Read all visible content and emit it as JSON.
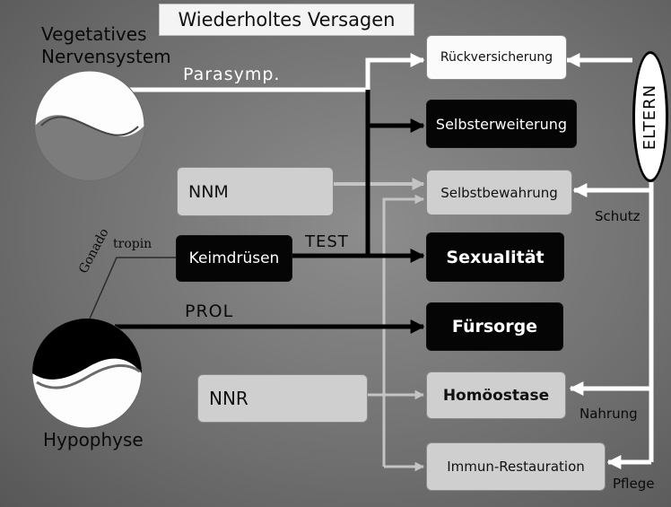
{
  "title": "Wiederholtes Versagen",
  "labels": {
    "vegetatives_line1": "Vegetatives",
    "vegetatives_line2": "Nervensystem",
    "parasymp": "Parasymp.",
    "hypophyse": "Hypophyse",
    "gonado": "Gonado",
    "tropin": "tropin",
    "test": "TEST",
    "prol": "PROL",
    "schutz": "Schutz",
    "nahrung": "Nahrung",
    "pflege": "Pflege"
  },
  "sources": {
    "nnm": "NNM",
    "keimdruesen": "Keimdrüsen",
    "nnr": "NNR"
  },
  "targets": {
    "rueckversicherung": "Rückversicherung",
    "selbsterweiterung": "Selbsterweiterung",
    "selbstbewahrung": "Selbstbewahrung",
    "sexualitaet": "Sexualität",
    "fuersorge": "Fürsorge",
    "homoeostase": "Homöostase",
    "immun": "Immun-Restauration"
  },
  "eltern": "ELTERN",
  "colors": {
    "dark": "#050505",
    "light": "#cfcfcf",
    "white": "#fbfbfb",
    "grey_wire": "#c4c4c4"
  }
}
